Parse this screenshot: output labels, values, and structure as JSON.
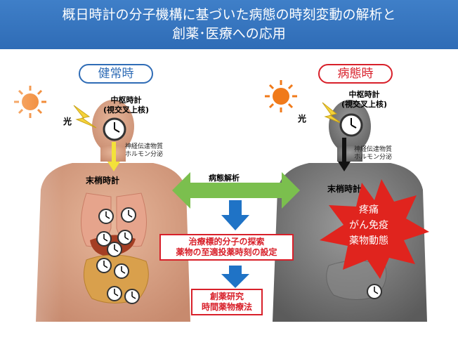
{
  "header": {
    "title_line1": "概日時計の分子機構に基づいた病態の時刻変動の解析と",
    "title_line2": "創薬･医療への応用"
  },
  "healthy": {
    "title": "健常時",
    "central_clock_line1": "中枢時計",
    "central_clock_line2": "(視交叉上核)",
    "light": "光",
    "signal_line1": "神経伝達物質",
    "signal_line2": "ホルモン分泌",
    "peripheral_clock": "末梢時計"
  },
  "disease": {
    "title": "病態時",
    "central_clock_line1": "中枢時計",
    "central_clock_line2": "(視交叉上核)",
    "light": "光",
    "signal_line1": "神経伝達物質",
    "signal_line2": "ホルモン分泌",
    "peripheral_clock": "末梢時計",
    "conditions": [
      "疼痛",
      "がん免疫",
      "薬物動態"
    ]
  },
  "analysis": {
    "arrow_label": "病態解析",
    "box1_line1": "治療標的分子の探索",
    "box1_line2": "薬物の至適投薬時刻の設定",
    "box2_line1": "創薬研究",
    "box2_line2": "時間薬物療法"
  },
  "colors": {
    "header": "#2f6cb6",
    "healthy_accent": "#2f6cb6",
    "disease_accent": "#d8202a",
    "bidirectional_arrow": "#7bbf4e",
    "down_arrow": "#1f73c6",
    "sun": "#f07a1a",
    "lightning": "#f5d23a"
  }
}
